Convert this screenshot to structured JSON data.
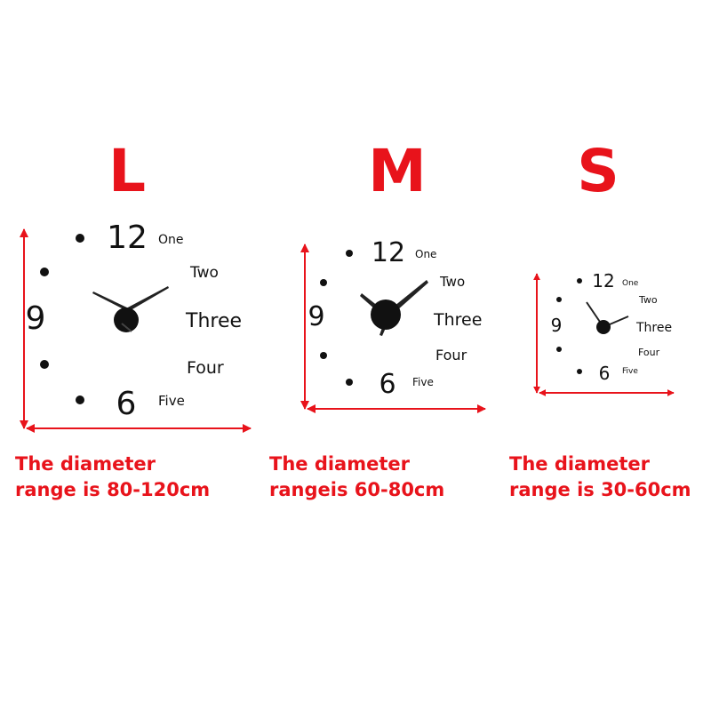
{
  "colors": {
    "label": "#e8131b",
    "arrow": "#e8131b",
    "clock": "#111111"
  },
  "sizes": [
    {
      "letter": "L",
      "numerals": [
        "12",
        "9",
        "6"
      ],
      "words": [
        "One",
        "Two",
        "Three",
        "Four",
        "Five"
      ],
      "desc_line1": "The diameter",
      "desc_line2": "range is 80-120cm"
    },
    {
      "letter": "M",
      "numerals": [
        "12",
        "9",
        "6"
      ],
      "words": [
        "One",
        "Two",
        "Three",
        "Four",
        "Five"
      ],
      "desc_line1": "The diameter",
      "desc_line2": "rangeis 60-80cm"
    },
    {
      "letter": "S",
      "numerals": [
        "12",
        "9",
        "6"
      ],
      "words": [
        "One",
        "Two",
        "Three",
        "Four",
        "Five"
      ],
      "desc_line1": "The diameter",
      "desc_line2": "range is 30-60cm"
    }
  ]
}
